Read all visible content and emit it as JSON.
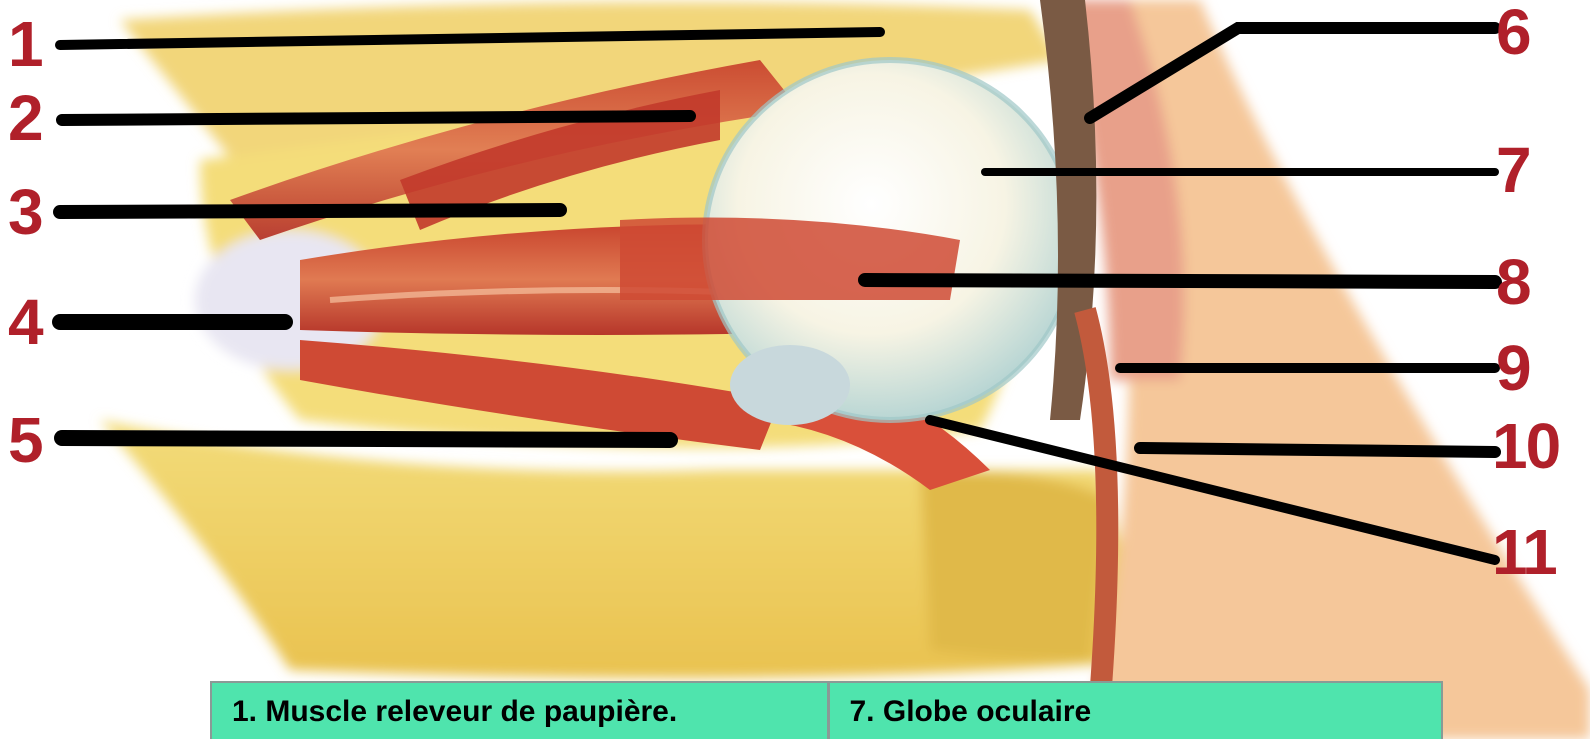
{
  "labels": [
    "1",
    "2",
    "3",
    "4",
    "5",
    "6",
    "7",
    "8",
    "9",
    "10",
    "11"
  ],
  "legend": {
    "col1": "1. Muscle releveur de paupière.",
    "col2": "7. Globe oculaire"
  },
  "colors": {
    "label": "#b0202a",
    "legend_bg": "#4fe4ad",
    "leader": "#000000"
  }
}
